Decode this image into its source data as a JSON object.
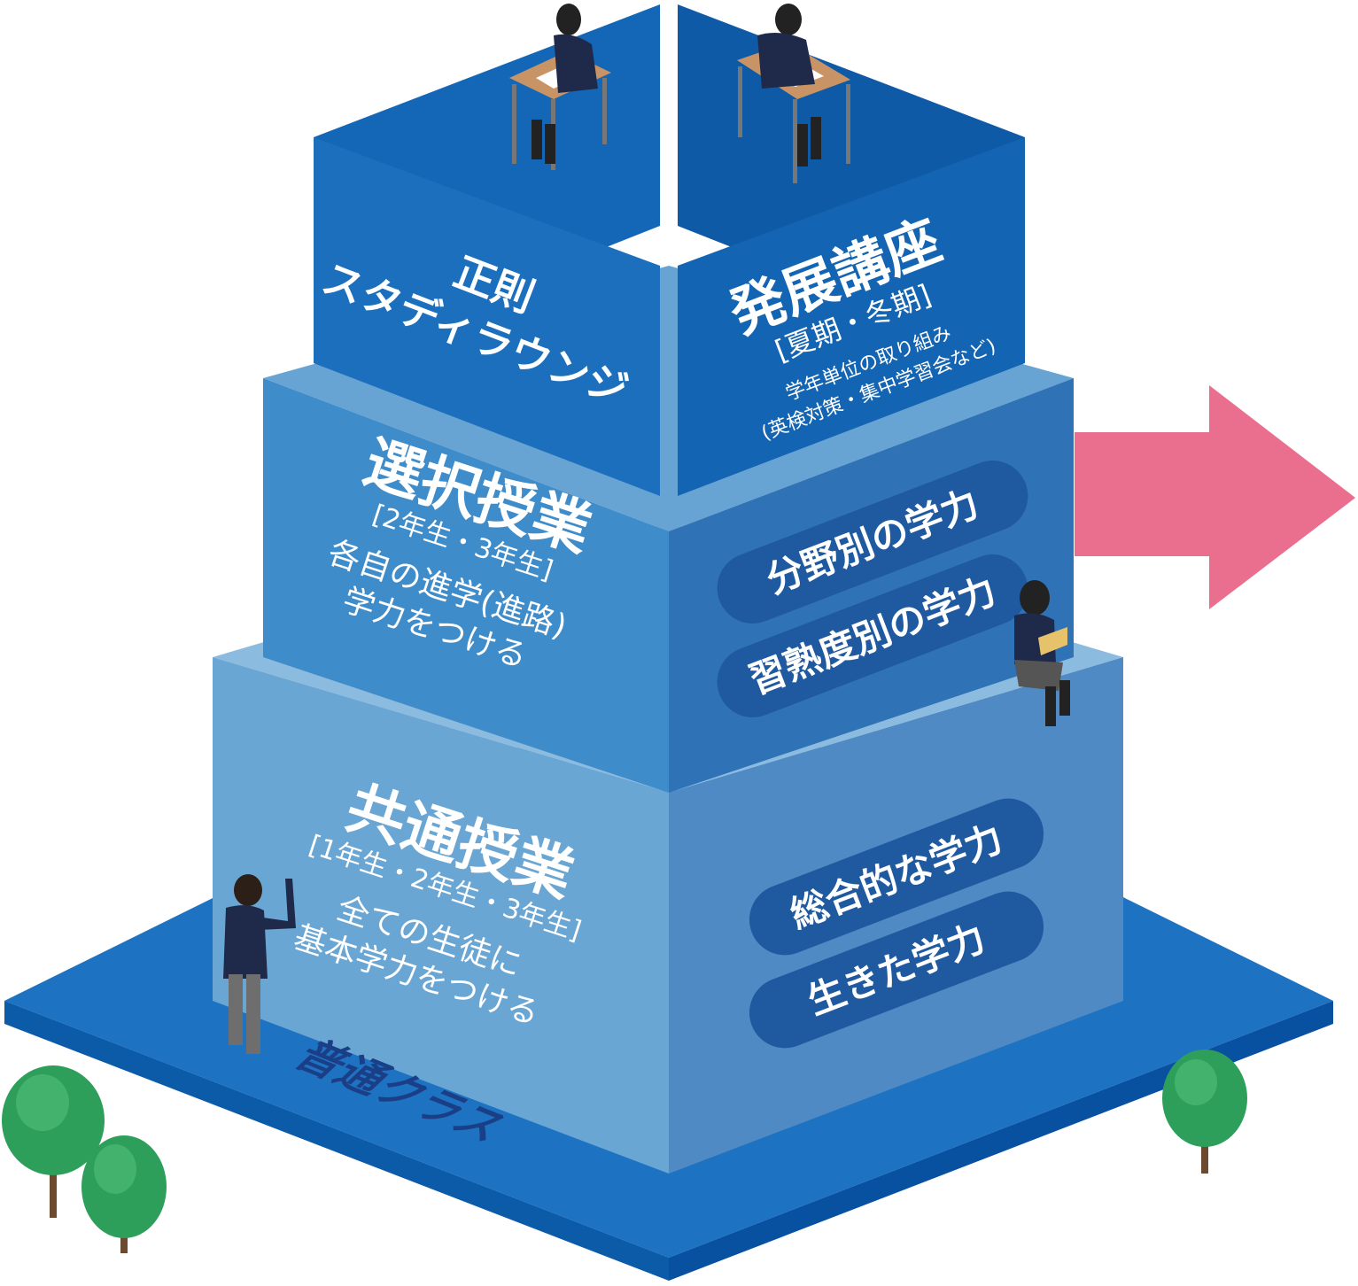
{
  "colors": {
    "base_top": "#1d73c2",
    "base_side": "#0a5aa8",
    "tier1_front": "#6aa6d4",
    "tier1_side": "#4f8ac4",
    "tier1_top": "#8cbbe0",
    "tier2_front": "#3f8cca",
    "tier2_side": "#2f72b5",
    "tier2_top": "#67a3d3",
    "tier3_left": "#1c6fbd",
    "tier3_right": "#1364b2",
    "tier3_top": "#0f5aa6",
    "pill": "#1f5aa0",
    "arrow": "#ea6f8e",
    "tree": "#2e9f5a"
  },
  "base": {
    "label": "普通クラス"
  },
  "tier1": {
    "title": "共通授業",
    "grades": "[1年生・2年生・3年生]",
    "desc_line1": "全ての生徒に",
    "desc_line2": "基本学力をつける",
    "pills": [
      "総合的な学力",
      "生きた学力"
    ]
  },
  "tier2": {
    "title": "選択授業",
    "grades": "[2年生・3年生]",
    "desc_line1": "各自の進学(進路)",
    "desc_line2": "学力をつける",
    "pills": [
      "分野別の学力",
      "習熟度別の学力"
    ]
  },
  "tier3_left": {
    "line1": "正則",
    "line2": "スタディラウンジ"
  },
  "tier3_right": {
    "title": "発展講座",
    "period": "[夏期・冬期]",
    "desc_line1": "学年単位の取り組み",
    "desc_line2": "(英検対策・集中学習会など)"
  }
}
